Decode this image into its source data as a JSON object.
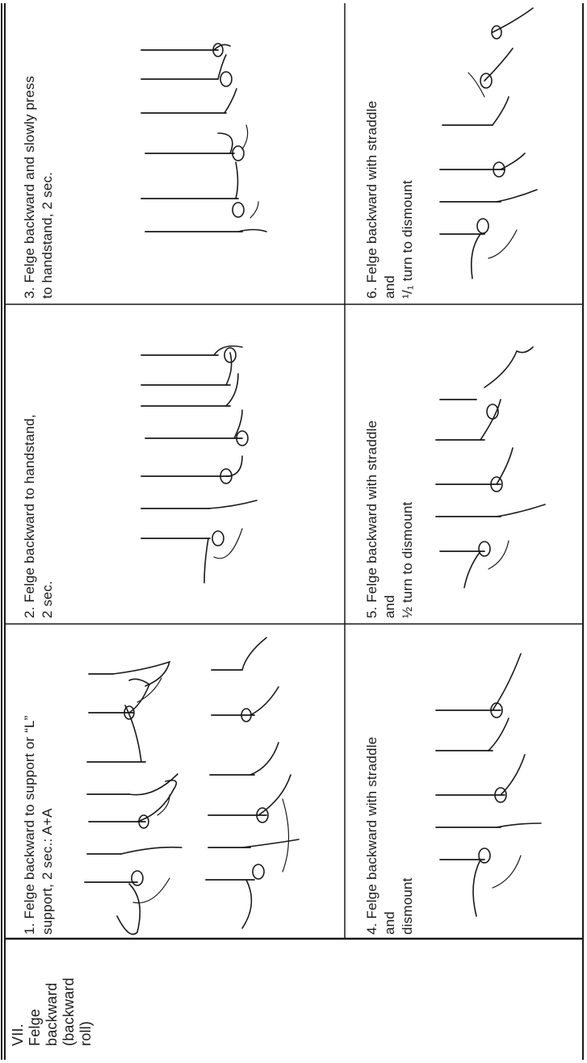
{
  "section": {
    "header": "VII.\nFelge\nbackward\n(backward\nroll)"
  },
  "exercises": [
    {
      "text": "1.  Felge backward to support or “L”\nsupport, 2 sec.: A+A"
    },
    {
      "text": "2.  Felge    backward    to    handstand,\n2 sec."
    },
    {
      "text": "3.  Felge backward and slowly press\nto handstand, 2 sec."
    },
    {
      "text": "4.  Felge backward with straddle and\ndismount"
    },
    {
      "text": "5.  Felge backward with straddle and\n½ turn to dismount"
    },
    {
      "text": "6.  Felge backward with straddle and\n¹/₁ turn to dismount"
    }
  ]
}
